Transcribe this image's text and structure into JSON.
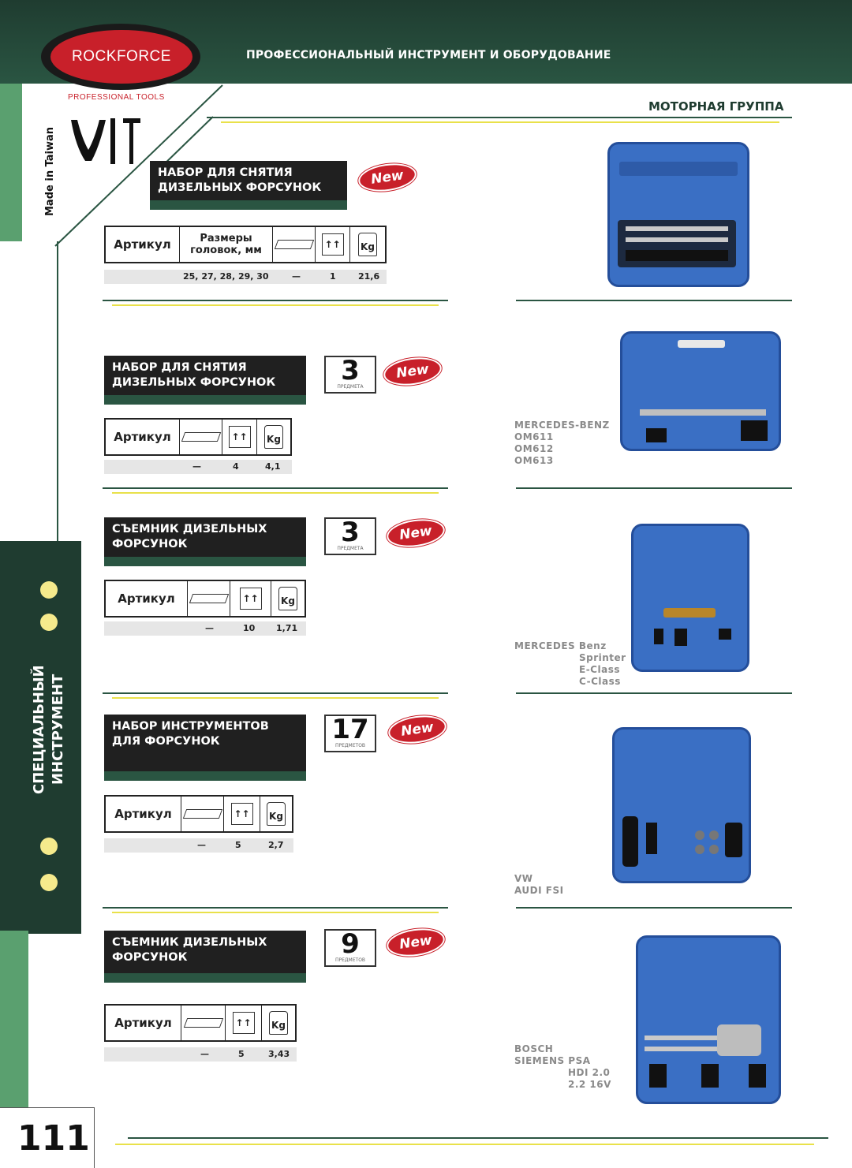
{
  "header": {
    "brand": "ROCKFORCE",
    "brand_sub": "PROFESSIONAL TOOLS",
    "title": "ПРОФЕССИОНАЛЬНЫЙ ИНСТРУМЕНТ И ОБОРУДОВАНИЕ"
  },
  "made_in": "Made in Taiwan",
  "section": "МОТОРНАЯ ГРУППА",
  "side_label": "СПЕЦИАЛЬНЫЙ ИНСТРУМЕНТ",
  "page_number": "111",
  "new_label": "New",
  "col_article": "Артикул",
  "icons": {
    "kg": "Kg",
    "box": "↑↑"
  },
  "products": [
    {
      "title": "НАБОР ДЛЯ СНЯТИЯ ДИЗЕЛЬНЫХ ФОРСУНОК",
      "extra_col": "Размеры головок, мм",
      "values": {
        "extra": "25, 27, 28, 29, 30",
        "flat": "—",
        "box": "1",
        "kg": "21,6"
      },
      "compat": ""
    },
    {
      "title": "НАБОР ДЛЯ СНЯТИЯ ДИЗЕЛЬНЫХ ФОРСУНОК",
      "count": "3",
      "count_label": "ПРЕДМЕТА",
      "values": {
        "flat": "—",
        "box": "4",
        "kg": "4,1"
      },
      "compat": [
        "MERCEDES-BENZ",
        "OM611",
        "OM612",
        "OM613"
      ]
    },
    {
      "title": "СЪЕМНИК ДИЗЕЛЬНЫХ ФОРСУНОК",
      "count": "3",
      "count_label": "ПРЕДМЕТА",
      "values": {
        "flat": "—",
        "box": "10",
        "kg": "1,71"
      },
      "compat": [
        "MERCEDES Benz",
        "Sprinter",
        "E-Class",
        "C-Class"
      ]
    },
    {
      "title": "НАБОР ИНСТРУМЕНТОВ ДЛЯ ФОРСУНОК",
      "count": "17",
      "count_label": "ПРЕДМЕТОВ",
      "values": {
        "flat": "—",
        "box": "5",
        "kg": "2,7"
      },
      "compat": [
        "VW",
        "AUDI FSI"
      ]
    },
    {
      "title": "СЪЕМНИК ДИЗЕЛЬНЫХ ФОРСУНОК",
      "count": "9",
      "count_label": "ПРЕДМЕТОВ",
      "values": {
        "flat": "—",
        "box": "5",
        "kg": "3,43"
      },
      "compat": [
        "BOSCH",
        "SIEMENS PSA",
        "HDI 2.0",
        "2.2 16V"
      ]
    }
  ]
}
